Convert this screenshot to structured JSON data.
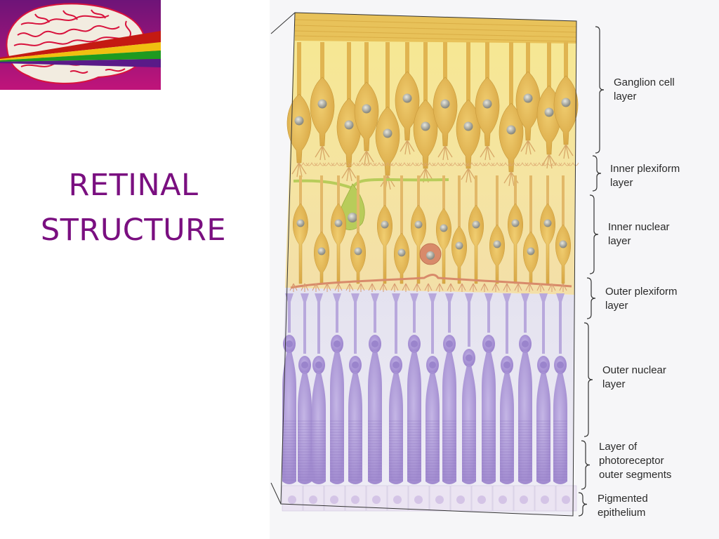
{
  "slide": {
    "title_lines": [
      "RETINAL",
      "STRUCTURE"
    ],
    "title_color": "#7a0f80"
  },
  "logo": {
    "icon": "brain-spectrum-icon",
    "background_colors": [
      "#6e1478",
      "#c0147a"
    ],
    "spectrum_colors": [
      "#c41a12",
      "#f0c010",
      "#1e9a20",
      "#5a1a88"
    ]
  },
  "diagram": {
    "layer_colors": {
      "nerve_fiber": "#e8c25a",
      "ganglion_bg": "#f3e88a",
      "inner_bg": "#f5e6a0",
      "photoreceptor_bg": "#ecebf4",
      "cell_yellow": "#e2b650",
      "cell_green": "#b8cc5a",
      "cell_red": "#d88a6a",
      "cell_purple": "#a690d4"
    },
    "labels": [
      {
        "lines": [
          "Ganglion cell",
          "layer"
        ]
      },
      {
        "lines": [
          "Inner plexiform",
          "layer"
        ]
      },
      {
        "lines": [
          "Inner nuclear",
          "layer"
        ]
      },
      {
        "lines": [
          "Outer plexiform",
          "layer"
        ]
      },
      {
        "lines": [
          "Outer nuclear",
          "layer"
        ]
      },
      {
        "lines": [
          "Layer of",
          "photoreceptor",
          "outer segments"
        ]
      },
      {
        "lines": [
          "Pigmented",
          "epithelium"
        ]
      }
    ]
  }
}
